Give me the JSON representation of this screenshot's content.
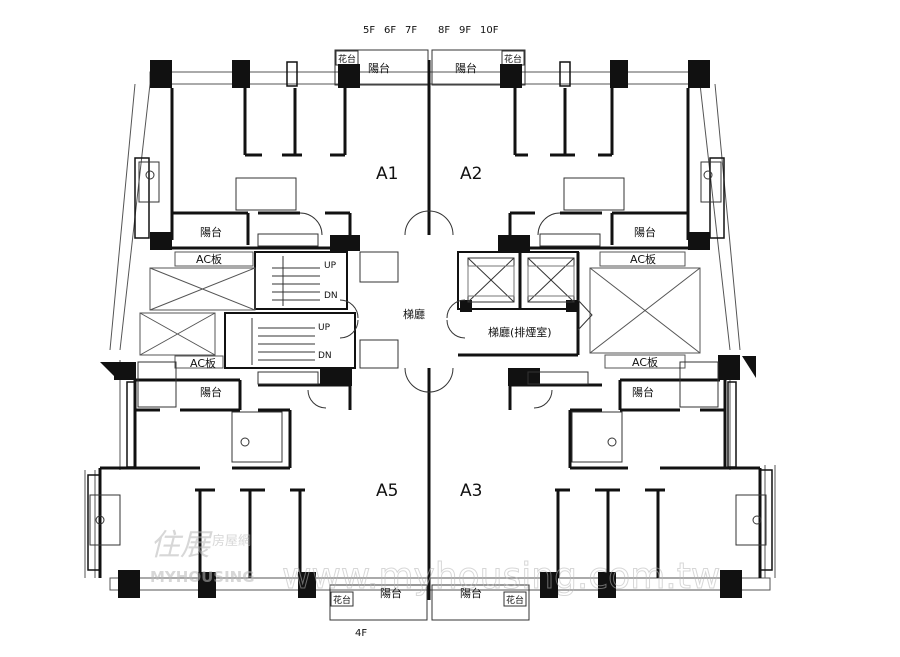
{
  "units": [
    "A1",
    "A2",
    "A3",
    "A5"
  ],
  "floors_top_left": [
    "5F",
    "6F",
    "7F"
  ],
  "floors_top_right": [
    "8F",
    "9F",
    "10F"
  ],
  "floor_bottom": "4F",
  "rooms": {
    "balcony": "陽台",
    "flower_bed": "花台",
    "ac_board": "AC板",
    "elevator_lobby": "梯廳",
    "smoke_lobby": "梯廳(排煙室)",
    "stair_up": "UP",
    "stair_down": "DN"
  },
  "watermark": {
    "url": "www.myhousing.com.tw",
    "brand_cn": "住展",
    "brand_suffix": "房屋網",
    "brand_en": "MYHOUSING"
  },
  "colors": {
    "wall": "#111111",
    "line": "#555555",
    "watermark": "#b8b8b8"
  }
}
